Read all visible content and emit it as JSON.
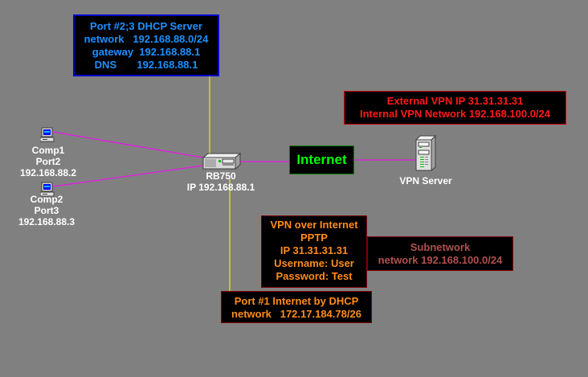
{
  "colors": {
    "background": "#808080",
    "lan_link": "#ff00ff",
    "wan_link": "#ffff00",
    "dhcp_text": "#1e90ff",
    "dhcp_border": "#0000cc",
    "vpn_server_text": "#ff1a1a",
    "vpn_server_border": "#cc0000",
    "internet_text": "#00ff00",
    "internet_border": "#008000",
    "vpn_client_text": "#ff8c1a",
    "subnet_text": "#b05050",
    "dark_red_border": "#800000"
  },
  "dhcp_box": {
    "lines": [
      "Port #2;3 DHCP Server",
      "network   192.168.88.0/24",
      "gateway  192.168.88.1",
      "DNS       192.168.88.1"
    ]
  },
  "vpn_server_box": {
    "lines": [
      "External VPN IP 31.31.31.31",
      "Internal VPN Network 192.168.100.0/24"
    ]
  },
  "internet_box": {
    "label": "Internet"
  },
  "vpn_client_box": {
    "lines": [
      "VPN over Internet",
      "PPTP",
      "IP 31.31.31.31",
      "Username: User",
      "Password: Test"
    ]
  },
  "subnet_box": {
    "lines": [
      "Subnetwork",
      "network 192.168.100.0/24"
    ]
  },
  "wan_box": {
    "lines": [
      "Port #1 Internet by DHCP",
      "network   172.17.184.78/26"
    ]
  },
  "nodes": {
    "comp1": {
      "icon": "computer-icon",
      "lines": [
        "Comp1",
        "Port2",
        "192.168.88.2"
      ]
    },
    "comp2": {
      "icon": "computer-icon",
      "lines": [
        "Comp2",
        "Port3",
        "192.168.88.3"
      ]
    },
    "router": {
      "icon": "router-icon",
      "lines": [
        "RB750",
        "IP 192.168.88.1"
      ]
    },
    "vpn_server": {
      "icon": "server-tower-icon",
      "lines": [
        "VPN Server"
      ]
    }
  }
}
